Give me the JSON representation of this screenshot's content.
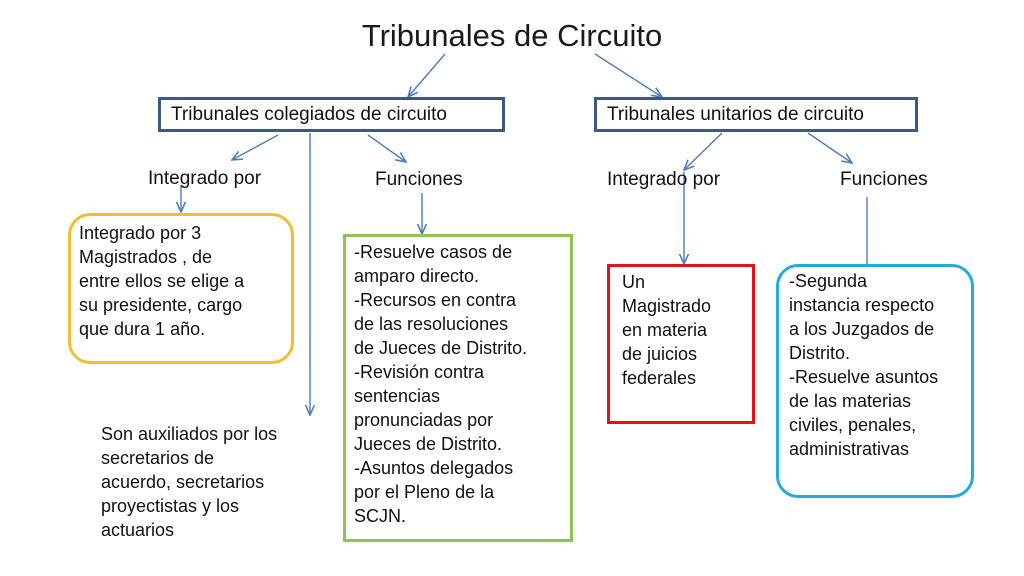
{
  "title": "Tribunales de Circuito",
  "colors": {
    "header_border": "#3a5a85",
    "arrow": "#4a7ebb",
    "yellow": "#f2bd32",
    "green": "#8cc452",
    "red": "#e3111a",
    "blue": "#25a9e0"
  },
  "left_branch": {
    "header": "Tribunales colegiados de circuito",
    "integrado_label": "Integrado por",
    "funciones_label": "Funciones",
    "integrado_text": "Integrado por 3\nMagistrados , de\nentre ellos se elige a\nsu presidente, cargo\nque dura 1 año.",
    "funciones_text": "-Resuelve casos de\namparo directo.\n-Recursos en contra\nde las resoluciones\nde Jueces de Distrito.\n-Revisión contra\nsentencias\npronunciadas por\nJueces de Distrito.\n-Asuntos delegados\npor el Pleno de la\nSCJN.",
    "auxiliados_text": "Son auxiliados por los\nsecretarios de\nacuerdo, secretarios\nproyectistas y los\nactuarios"
  },
  "right_branch": {
    "header": "Tribunales unitarios de circuito",
    "integrado_label": "Integrado por",
    "funciones_label": "Funciones",
    "integrado_text": "Un\nMagistrado\nen materia\nde juicios\nfederales",
    "funciones_text": "-Segunda\ninstancia respecto\na los  Juzgados de\nDistrito.\n-Resuelve asuntos\nde las materias\nciviles, penales,\nadministrativas"
  }
}
